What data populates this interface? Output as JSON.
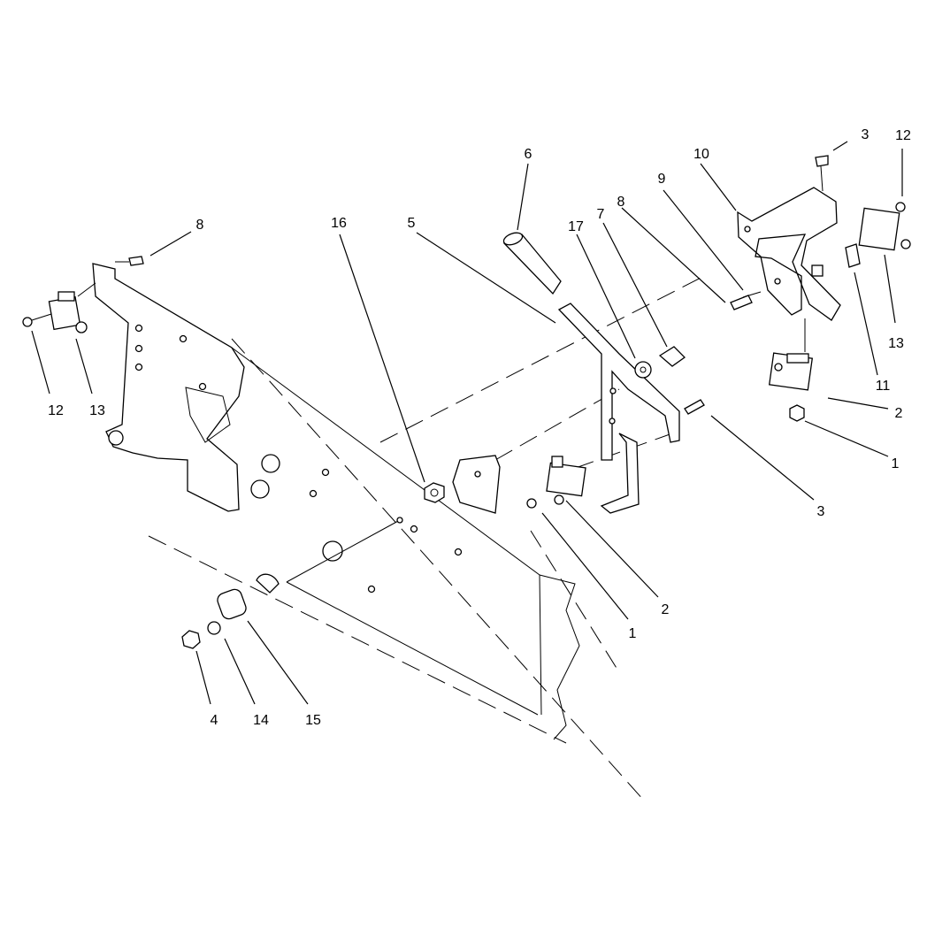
{
  "diagram": {
    "callouts": [
      "1",
      "1",
      "2",
      "2",
      "3",
      "3",
      "4",
      "5",
      "6",
      "7",
      "8",
      "8",
      "9",
      "10",
      "11",
      "12",
      "12",
      "13",
      "13",
      "14",
      "15",
      "16",
      "17"
    ]
  }
}
